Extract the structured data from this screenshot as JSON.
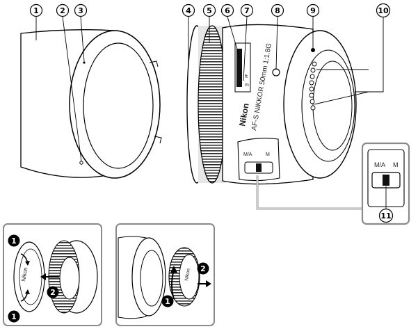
{
  "callouts": [
    "1",
    "2",
    "3",
    "4",
    "5",
    "6",
    "7",
    "8",
    "9",
    "10",
    "11"
  ],
  "step_badges": {
    "one": "1",
    "two": "2"
  },
  "lens": {
    "brand": "Nikon",
    "model": "AF-S NIKKOR 50mm 1:1.8G",
    "mode_switch_labels": [
      "M/A",
      "M"
    ],
    "scale_ft": "ft",
    "scale_m": "m"
  },
  "caps": {
    "front_cap_brand": "Nikon",
    "rear_cap_brand": "Nikon"
  },
  "colors": {
    "line": "#000000",
    "fill": "#ffffff",
    "shade": "#bdbdbd",
    "dark": "#3a3a3a",
    "frame": "#8a8a8a"
  }
}
